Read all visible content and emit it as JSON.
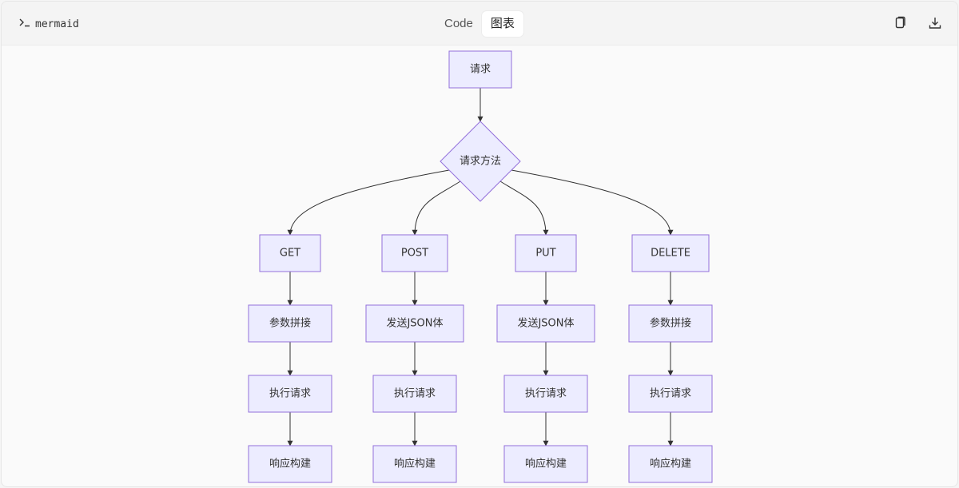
{
  "header": {
    "language": "mermaid",
    "prompt_icon": "terminal-prompt-icon",
    "tabs": [
      {
        "label": "Code",
        "active": false
      },
      {
        "label": "图表",
        "active": true
      }
    ],
    "actions": [
      {
        "name": "copy-icon"
      },
      {
        "name": "download-icon"
      }
    ]
  },
  "colors": {
    "node_fill": "#ececff",
    "node_stroke": "#9370db",
    "edge": "#333333"
  },
  "diagram": {
    "type": "flowchart",
    "nodes": [
      {
        "id": "req",
        "label": "请求",
        "shape": "rect"
      },
      {
        "id": "method",
        "label": "请求方法",
        "shape": "diamond"
      },
      {
        "id": "get",
        "label": "GET",
        "shape": "rect"
      },
      {
        "id": "post",
        "label": "POST",
        "shape": "rect"
      },
      {
        "id": "put",
        "label": "PUT",
        "shape": "rect"
      },
      {
        "id": "delete",
        "label": "DELETE",
        "shape": "rect"
      },
      {
        "id": "get_param",
        "label": "参数拼接",
        "shape": "rect"
      },
      {
        "id": "post_json",
        "label": "发送JSON体",
        "shape": "rect"
      },
      {
        "id": "put_json",
        "label": "发送JSON体",
        "shape": "rect"
      },
      {
        "id": "delete_param",
        "label": "参数拼接",
        "shape": "rect"
      },
      {
        "id": "get_exec",
        "label": "执行请求",
        "shape": "rect"
      },
      {
        "id": "post_exec",
        "label": "执行请求",
        "shape": "rect"
      },
      {
        "id": "put_exec",
        "label": "执行请求",
        "shape": "rect"
      },
      {
        "id": "delete_exec",
        "label": "执行请求",
        "shape": "rect"
      },
      {
        "id": "get_resp",
        "label": "响应构建",
        "shape": "rect"
      },
      {
        "id": "post_resp",
        "label": "响应构建",
        "shape": "rect"
      },
      {
        "id": "put_resp",
        "label": "响应构建",
        "shape": "rect"
      },
      {
        "id": "delete_resp",
        "label": "响应构建",
        "shape": "rect"
      }
    ],
    "edges": [
      {
        "from": "req",
        "to": "method"
      },
      {
        "from": "method",
        "to": "get"
      },
      {
        "from": "method",
        "to": "post"
      },
      {
        "from": "method",
        "to": "put"
      },
      {
        "from": "method",
        "to": "delete"
      },
      {
        "from": "get",
        "to": "get_param"
      },
      {
        "from": "post",
        "to": "post_json"
      },
      {
        "from": "put",
        "to": "put_json"
      },
      {
        "from": "delete",
        "to": "delete_param"
      },
      {
        "from": "get_param",
        "to": "get_exec"
      },
      {
        "from": "post_json",
        "to": "post_exec"
      },
      {
        "from": "put_json",
        "to": "put_exec"
      },
      {
        "from": "delete_param",
        "to": "delete_exec"
      },
      {
        "from": "get_exec",
        "to": "get_resp"
      },
      {
        "from": "post_exec",
        "to": "post_resp"
      },
      {
        "from": "put_exec",
        "to": "put_resp"
      },
      {
        "from": "delete_exec",
        "to": "delete_resp"
      }
    ]
  }
}
